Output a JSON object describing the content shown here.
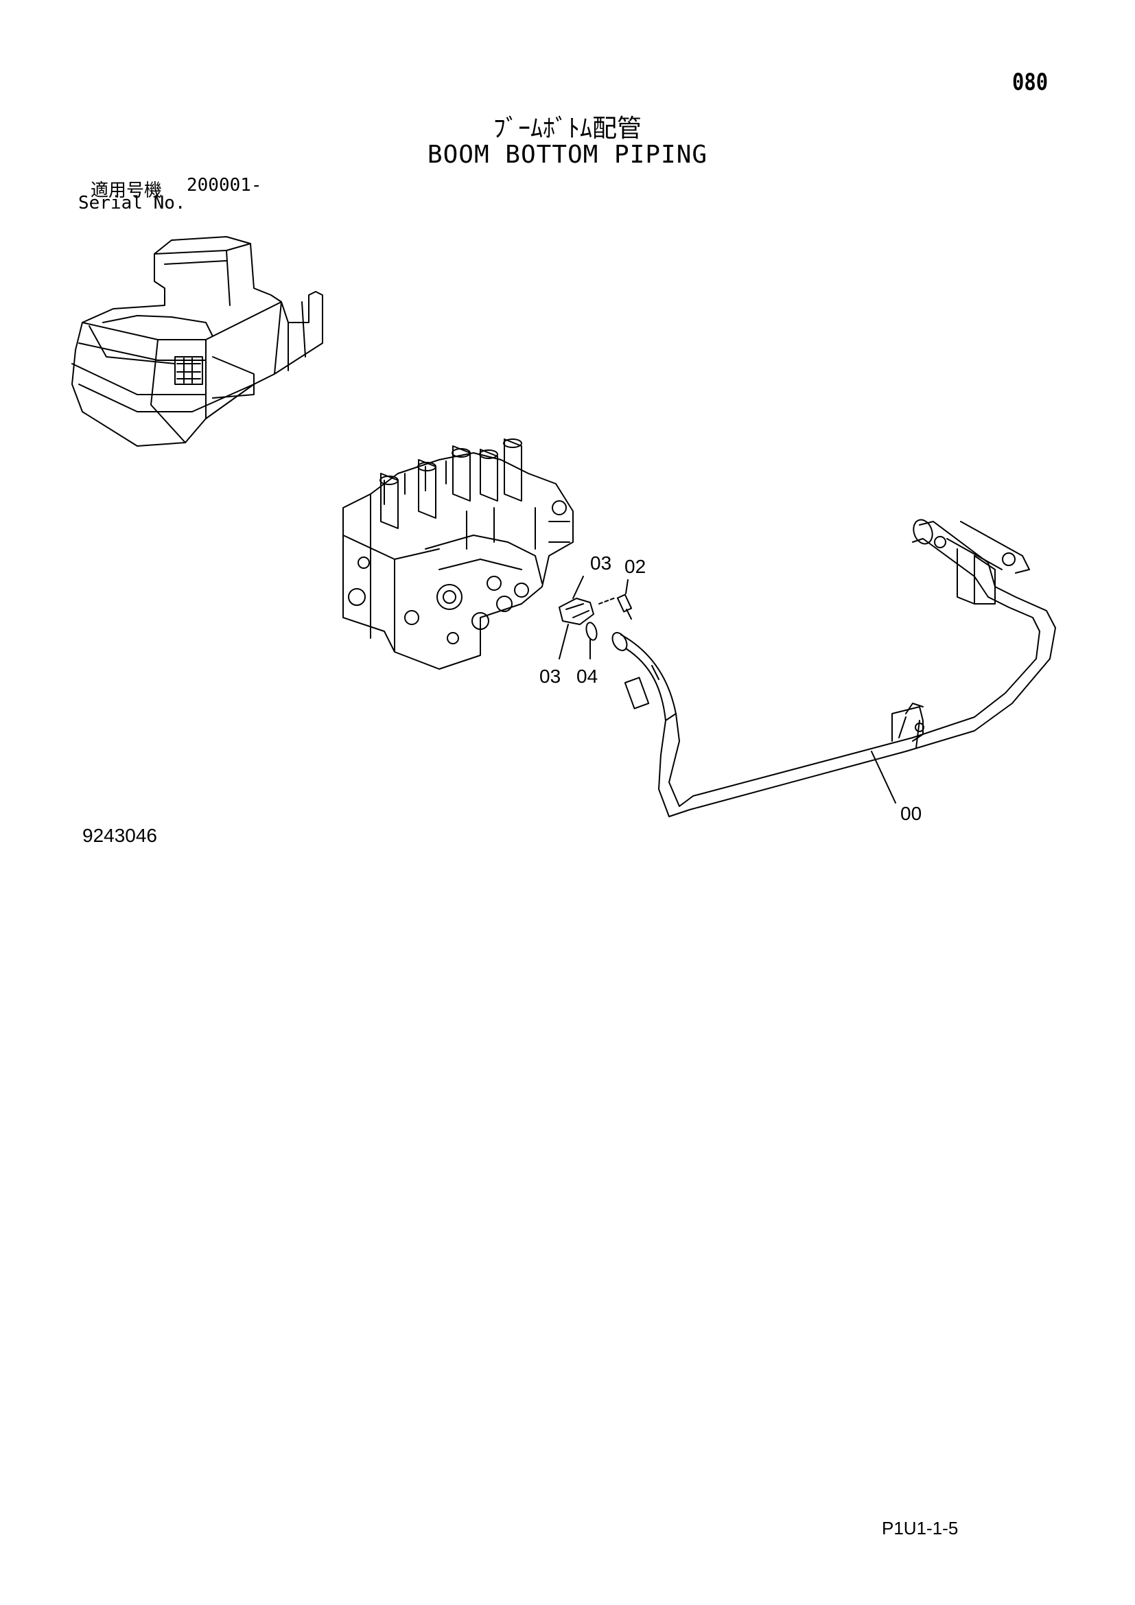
{
  "page_number": "080",
  "title_jp": "ﾌﾞｰﾑﾎﾞﾄﾑ配管",
  "title_en": "BOOM BOTTOM PIPING",
  "serial": {
    "label_jp": "適用号機",
    "range": "200001-",
    "label_en": "Serial No."
  },
  "callouts": [
    "03",
    "02",
    "03",
    "04",
    "00"
  ],
  "drawing_number": "9243046",
  "footer_code": "P1U1-1-5"
}
